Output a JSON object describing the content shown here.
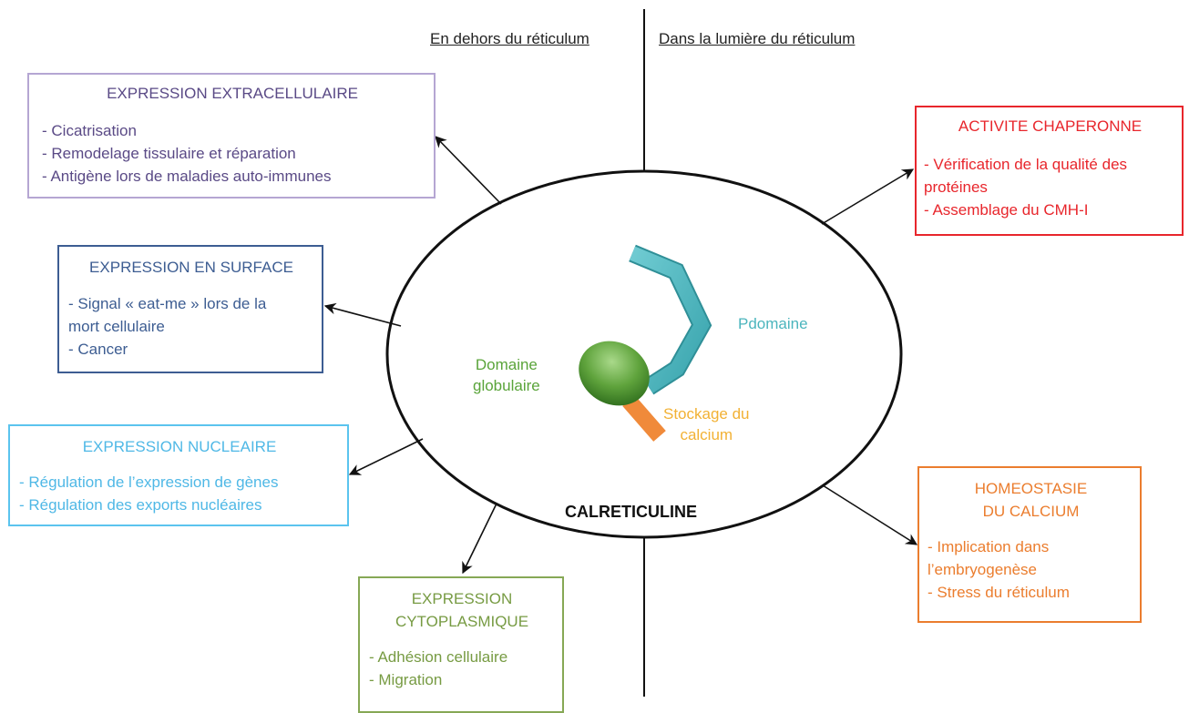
{
  "headers": {
    "left": "En dehors du réticulum",
    "right": "Dans la lumière du réticulum"
  },
  "center": {
    "title": "CALRETICULINE",
    "pdomain": "Pdomaine",
    "globular": [
      "Domaine",
      "globulaire"
    ],
    "calcium_store": [
      "Stockage du",
      "calcium"
    ]
  },
  "boxes": {
    "extracellular": {
      "title": "EXPRESSION EXTRACELLULAIRE",
      "items": [
        "- Cicatrisation",
        "- Remodelage tissulaire et réparation",
        "- Antigène lors de maladies auto-immunes"
      ],
      "color": "#9b86c0"
    },
    "surface": {
      "title": "EXPRESSION EN SURFACE",
      "items": [
        "- Signal « eat-me » lors de la",
        "mort cellulaire",
        "- Cancer"
      ],
      "color": "#3d5d92"
    },
    "nuclear": {
      "title": "EXPRESSION NUCLEAIRE",
      "items": [
        "- Régulation de l’expression de gènes",
        "- Régulation des exports nucléaires"
      ],
      "color": "#4fb8e6"
    },
    "cytoplasmic": {
      "title": [
        "EXPRESSION",
        "CYTOPLASMIQUE"
      ],
      "items": [
        "- Adhésion cellulaire",
        "- Migration"
      ],
      "color": "#779b43"
    },
    "chaperone": {
      "title": "ACTIVITE CHAPERONNE",
      "items": [
        "- Vérification de la qualité des",
        "protéines",
        "- Assemblage du CMH-I"
      ],
      "color": "#e8262c"
    },
    "homeostasis": {
      "title": [
        "HOMEOSTASIE",
        "DU CALCIUM"
      ],
      "items": [
        "- Implication dans",
        "l’embryogenèse",
        "- Stress du réticulum"
      ],
      "color": "#eb7d2e"
    }
  },
  "colors": {
    "pdomain": "#4bb5bd",
    "globular": "#5aa43a",
    "calcium": "#f2b134",
    "calcium_stub": "#f08a3a"
  }
}
